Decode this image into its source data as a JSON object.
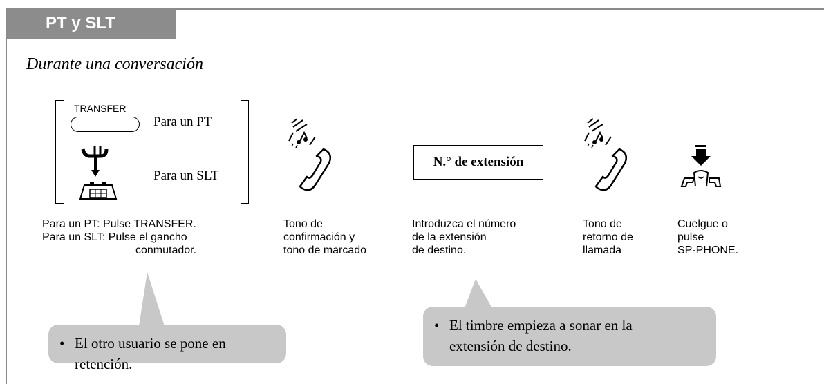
{
  "section": {
    "tab_label": "PT y SLT",
    "subtitle": "Durante una conversación"
  },
  "step1": {
    "transfer_key_label": "TRANSFER",
    "option_pt": "Para un PT",
    "option_slt": "Para un SLT",
    "caption_line1": "Para un PT: Pulse TRANSFER.",
    "caption_line2": "Para un SLT: Pulse el gancho",
    "caption_line3": "conmutador."
  },
  "step2": {
    "caption_line1": "Tono de",
    "caption_line2": "confirmación y",
    "caption_line3": "tono de marcado"
  },
  "step3": {
    "box_label": "N.° de extensión",
    "caption_line1": "Introduzca el número",
    "caption_line2": "de la extensión",
    "caption_line3": "de destino."
  },
  "step4": {
    "caption_line1": "Tono de",
    "caption_line2": "retorno de",
    "caption_line3": "llamada"
  },
  "step5": {
    "caption_line1": "Cuelgue o",
    "caption_line2": "pulse",
    "caption_line3": "SP-PHONE."
  },
  "notes": {
    "bullet": "•",
    "note1": "El otro usuario se pone en retención.",
    "note2_line1": "El timbre empieza a sonar en la",
    "note2_line2": "extensión de destino."
  },
  "icons": {
    "hookswitch": "hookswitch-press-icon",
    "handset": "handset-tone-icon",
    "hangup": "hang-up-icon"
  },
  "colors": {
    "tab_bg": "#8c8c8c",
    "callout_bg": "#c8c8c8",
    "frame": "#8a8a8a"
  }
}
